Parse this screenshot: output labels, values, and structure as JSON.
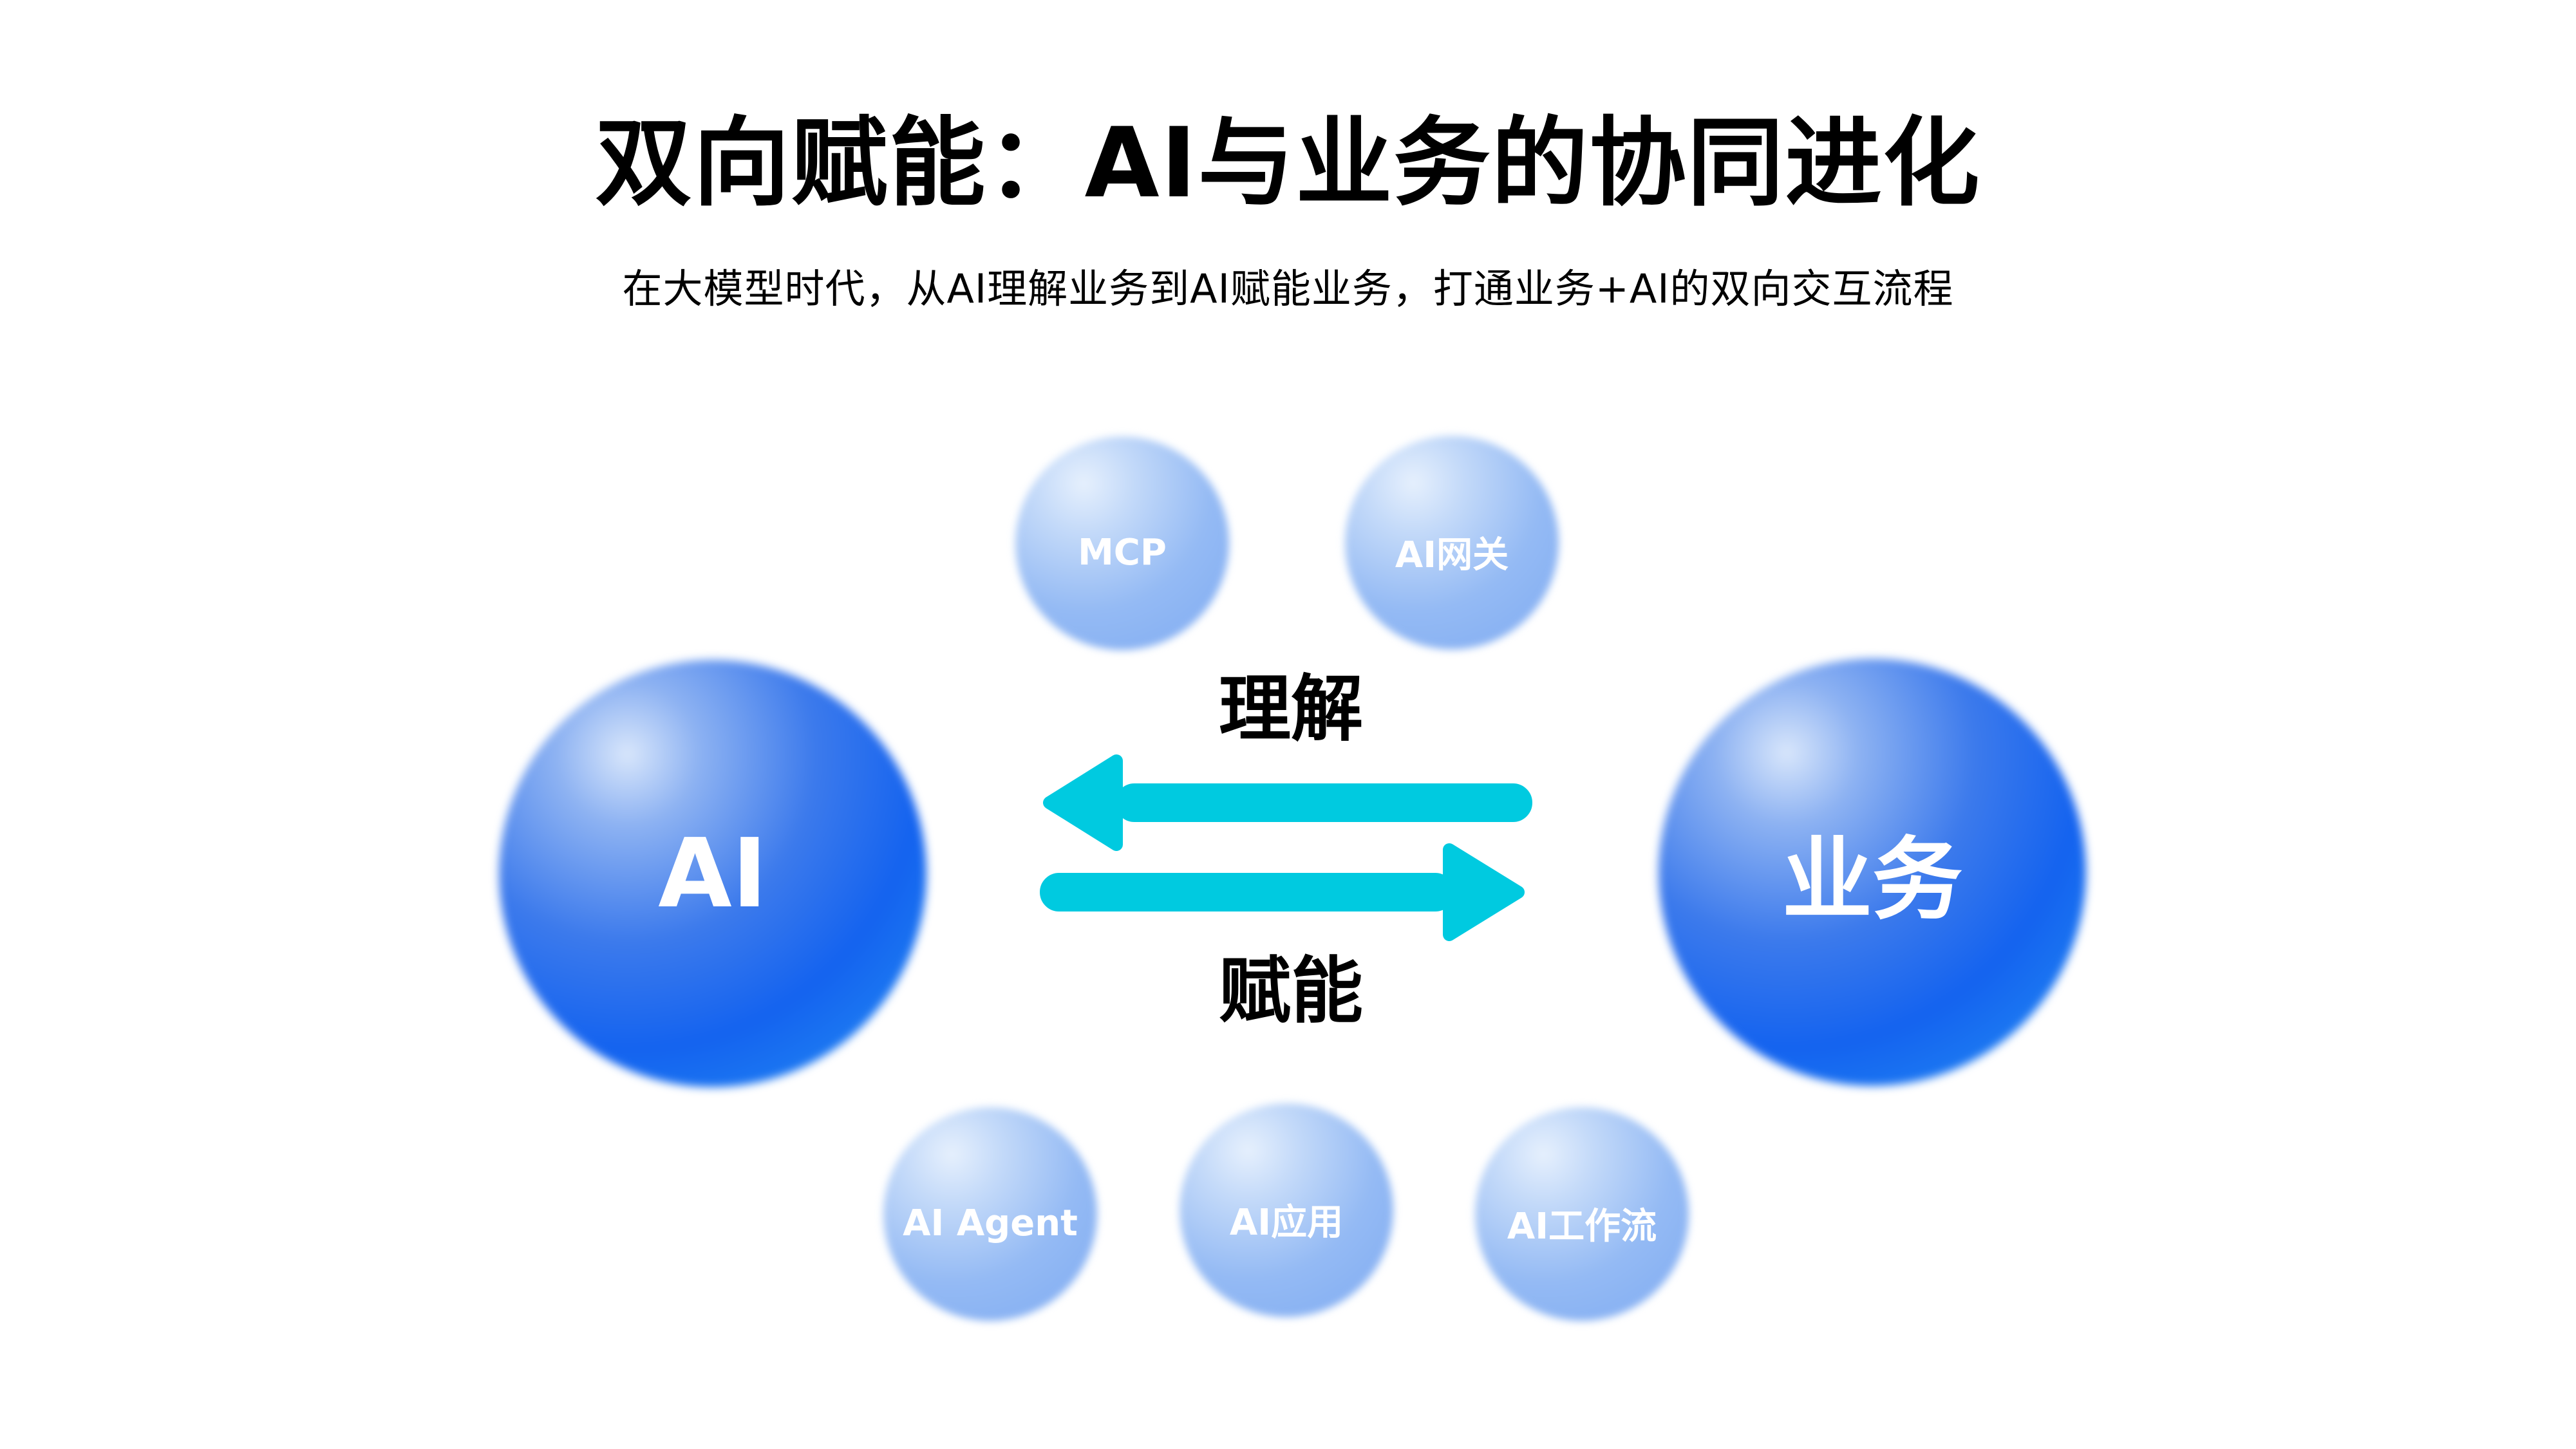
{
  "header": {
    "title": "双向赋能：AI与业务的协同进化",
    "subtitle": "在大模型时代，从AI理解业务到AI赋能业务，打通业务+AI的双向交互流程"
  },
  "diagram": {
    "left_node": {
      "label": "AI"
    },
    "right_node": {
      "label": "业务"
    },
    "top_satellites": [
      {
        "label": "MCP"
      },
      {
        "label": "AI网关"
      }
    ],
    "bottom_satellites": [
      {
        "label": "AI Agent"
      },
      {
        "label": "AI应用"
      },
      {
        "label": "AI工作流"
      }
    ],
    "arrows": [
      {
        "label": "理解",
        "direction": "right-to-left"
      },
      {
        "label": "赋能",
        "direction": "left-to-right"
      }
    ],
    "colors": {
      "node_deep_blue": "#1463ef",
      "node_light_blue": "#7fabf2",
      "node_edge_cyan": "#33abf5",
      "arrow_cyan": "#00cae0",
      "text_on_node": "#ffffff",
      "text_black": "#000000"
    }
  }
}
